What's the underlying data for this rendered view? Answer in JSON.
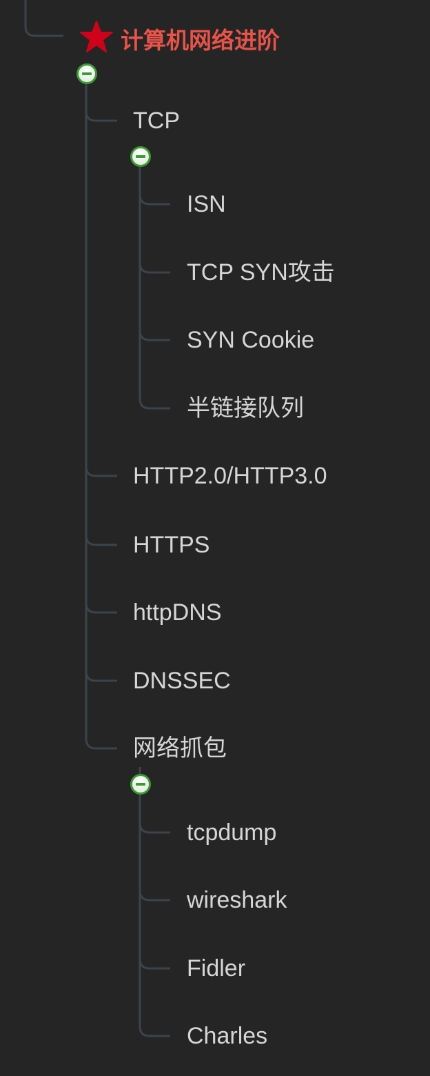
{
  "root": {
    "title": "计算机网络进阶",
    "icon": "star-icon",
    "title_color": "#e8534a",
    "star_color": "#d0021b"
  },
  "children": [
    {
      "label": "TCP",
      "children": [
        "ISN",
        "TCP SYN攻击",
        "SYN Cookie",
        "半链接队列"
      ]
    },
    {
      "label": "HTTP2.0/HTTP3.0"
    },
    {
      "label": "HTTPS"
    },
    {
      "label": "httpDNS"
    },
    {
      "label": "DNSSEC"
    },
    {
      "label": "网络抓包",
      "children": [
        "tcpdump",
        "wireshark",
        "Fidler",
        "Charles"
      ]
    }
  ]
}
